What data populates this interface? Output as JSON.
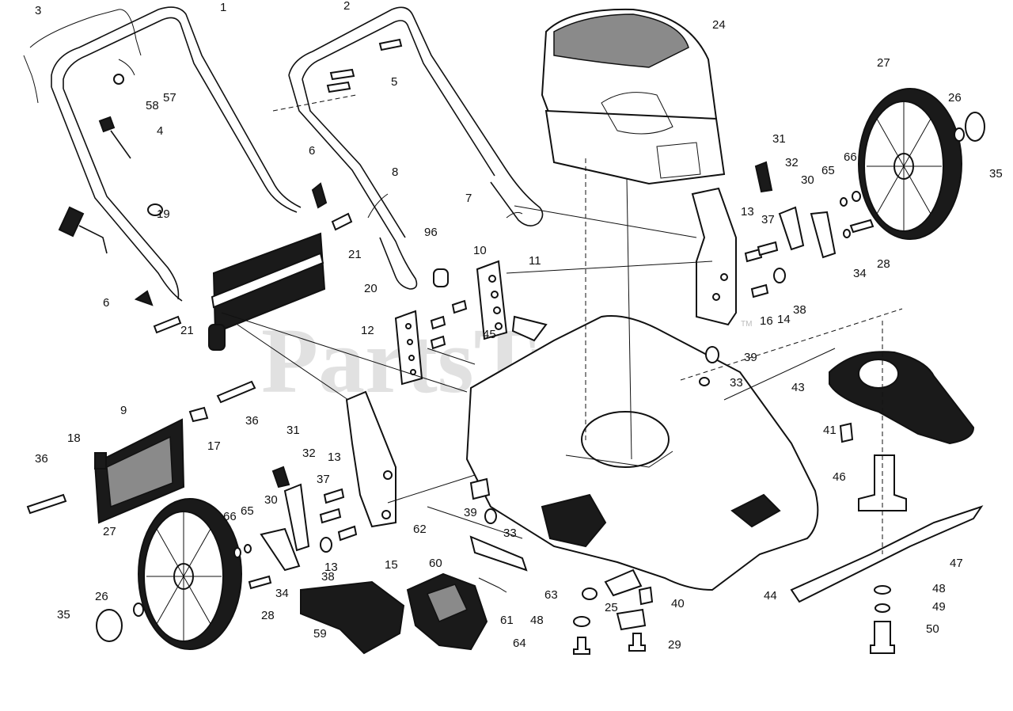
{
  "watermark": {
    "text": "PartsTree",
    "trademark": "TM"
  },
  "callouts": [
    "1",
    "2",
    "3",
    "4",
    "5",
    "6",
    "6",
    "7",
    "8",
    "9",
    "10",
    "11",
    "12",
    "13",
    "13",
    "13",
    "14",
    "15",
    "16",
    "17",
    "18",
    "19",
    "20",
    "21",
    "21",
    "24",
    "25",
    "26",
    "26",
    "27",
    "27",
    "28",
    "28",
    "29",
    "30",
    "30",
    "31",
    "31",
    "32",
    "32",
    "33",
    "33",
    "34",
    "34",
    "35",
    "35",
    "36",
    "36",
    "37",
    "37",
    "38",
    "38",
    "39",
    "39",
    "40",
    "41",
    "43",
    "44",
    "45",
    "46",
    "47",
    "48",
    "48",
    "49",
    "50",
    "57",
    "58",
    "59",
    "60",
    "61",
    "62",
    "63",
    "64",
    "65",
    "65",
    "66",
    "66",
    "96"
  ]
}
